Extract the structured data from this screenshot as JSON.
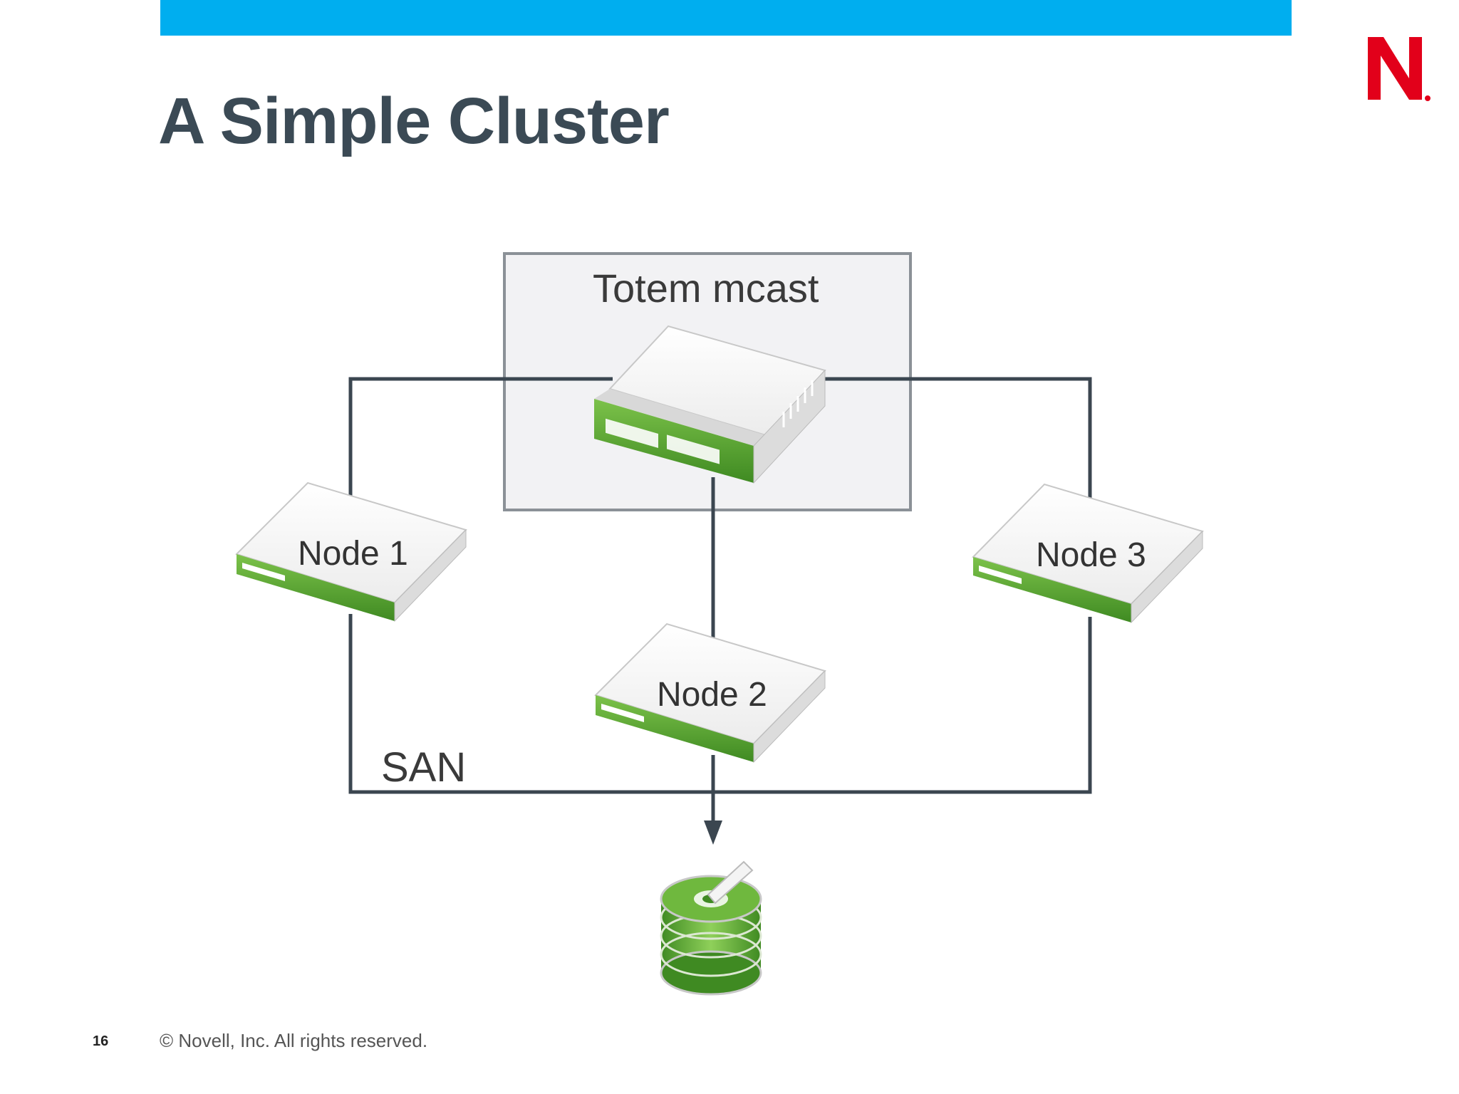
{
  "slide": {
    "title": "A Simple Cluster",
    "page_number": "16",
    "copyright": "© Novell, Inc.  All rights reserved."
  },
  "diagram": {
    "totem_label": "Totem mcast",
    "nodes": [
      "Node 1",
      "Node 2",
      "Node 3"
    ],
    "san_label": "SAN"
  },
  "colors": {
    "top_bar": "#00aeef",
    "logo": "#e2001a",
    "device_green": "#5aa832",
    "line": "#3b4650"
  },
  "icons": {
    "logo": "novell-n-logo",
    "switch": "network-switch-icon",
    "server": "server-icon",
    "storage": "disk-storage-icon"
  }
}
